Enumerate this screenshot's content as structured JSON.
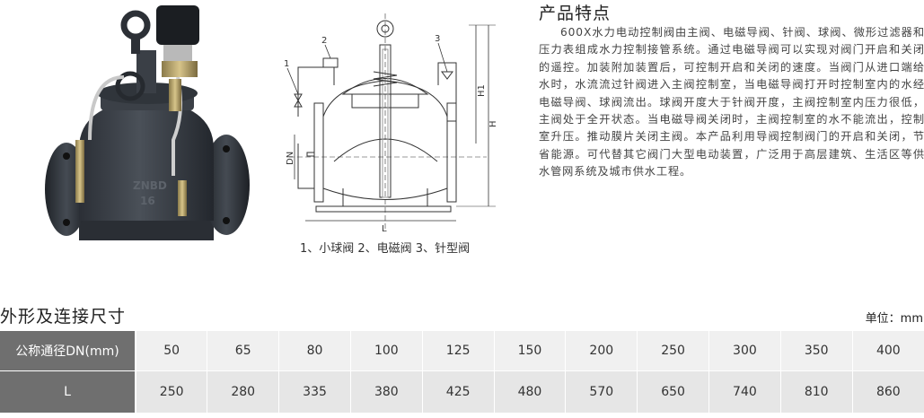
{
  "photo": {
    "icon": "solenoid-control-valve-photo",
    "casting_text": "ZNBD 16"
  },
  "drawing": {
    "icon": "valve-cross-section-drawing",
    "labels": [
      "1",
      "2",
      "3",
      "H1",
      "H",
      "DN",
      "L"
    ]
  },
  "drawing_caption": "1、小球阀 2、电磁阀 3、针型阀",
  "features": {
    "title": "产品特点",
    "text": "600X水力电动控制阀由主阀、电磁导阀、针阀、球阀、微形过滤器和压力表组成水力控制接管系统。通过电磁导阀可以实现对阀门开启和关闭的遥控。加装附加装置后，可控制开启和关闭的速度。当阀门从进口端给水时，水流流过针阀进入主阀控制室，当电磁导阀打开时控制室内的水经电磁导阀、球阀流出。球阀开度大于针阀开度，主阀控制室内压力很低，主阀处于全开状态。当电磁导阀关闭时，主阀控制室的水不能流出，控制室升压。推动膜片关闭主阀。本产品利用导阀控制阀门的开启和关闭，节省能源。可代替其它阀门大型电动装置，广泛用于高层建筑、生活区等供水管网系统及城市供水工程。"
  },
  "dimensions": {
    "title": "外形及连接尺寸",
    "unit": "单位：mm",
    "rows": [
      {
        "header": "公称通径DN(mm)",
        "values": [
          "50",
          "65",
          "80",
          "100",
          "125",
          "150",
          "200",
          "250",
          "300",
          "350",
          "400"
        ]
      },
      {
        "header": "L",
        "values": [
          "250",
          "280",
          "335",
          "380",
          "425",
          "480",
          "570",
          "650",
          "740",
          "810",
          "860"
        ]
      }
    ]
  }
}
